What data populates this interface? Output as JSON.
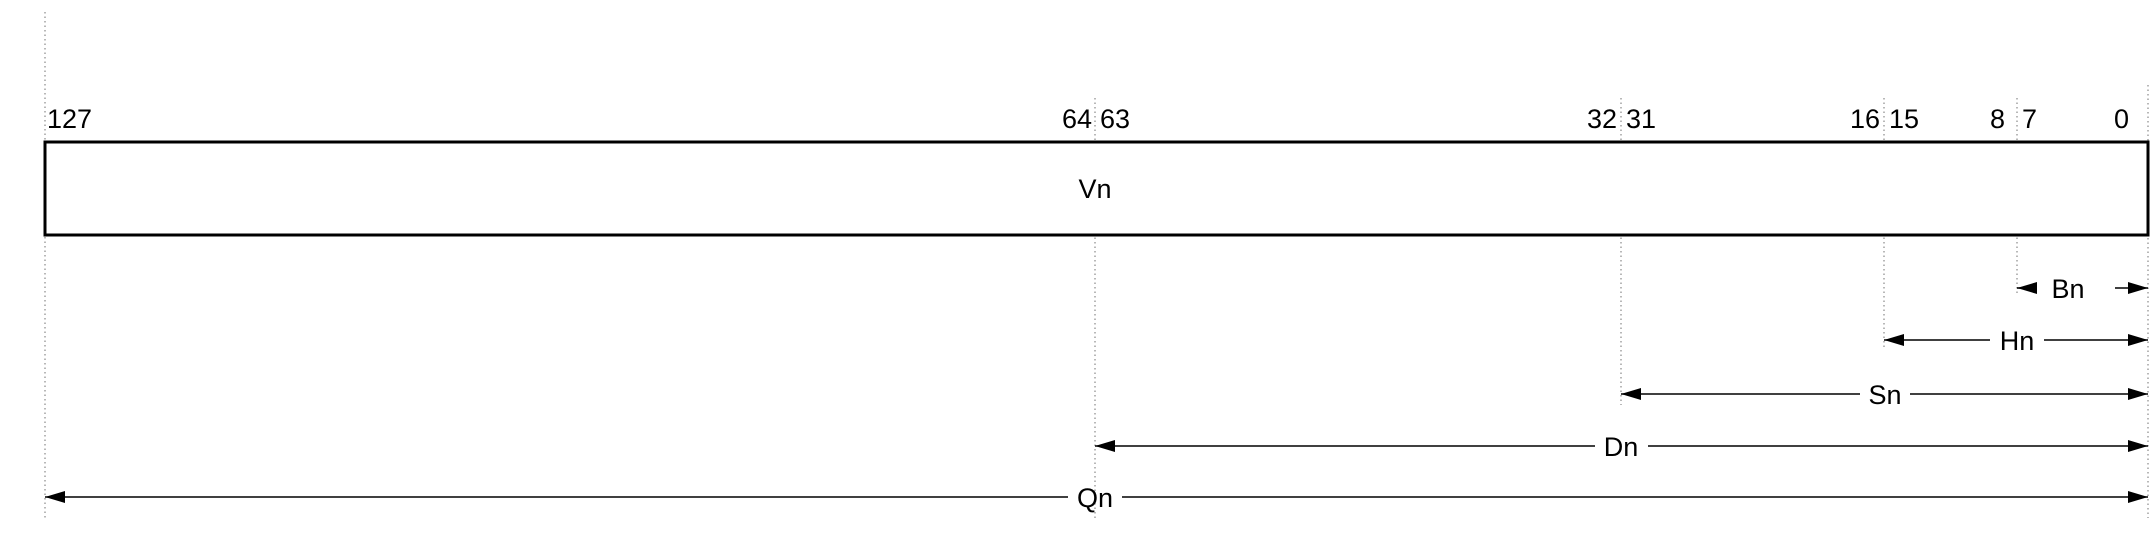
{
  "register": {
    "label": "Vn"
  },
  "bit_labels": [
    "127",
    "64",
    "63",
    "32",
    "31",
    "16",
    "15",
    "8",
    "7",
    "0"
  ],
  "views": [
    {
      "label": "Bn"
    },
    {
      "label": "Hn"
    },
    {
      "label": "Sn"
    },
    {
      "label": "Dn"
    },
    {
      "label": "Qn"
    }
  ]
}
